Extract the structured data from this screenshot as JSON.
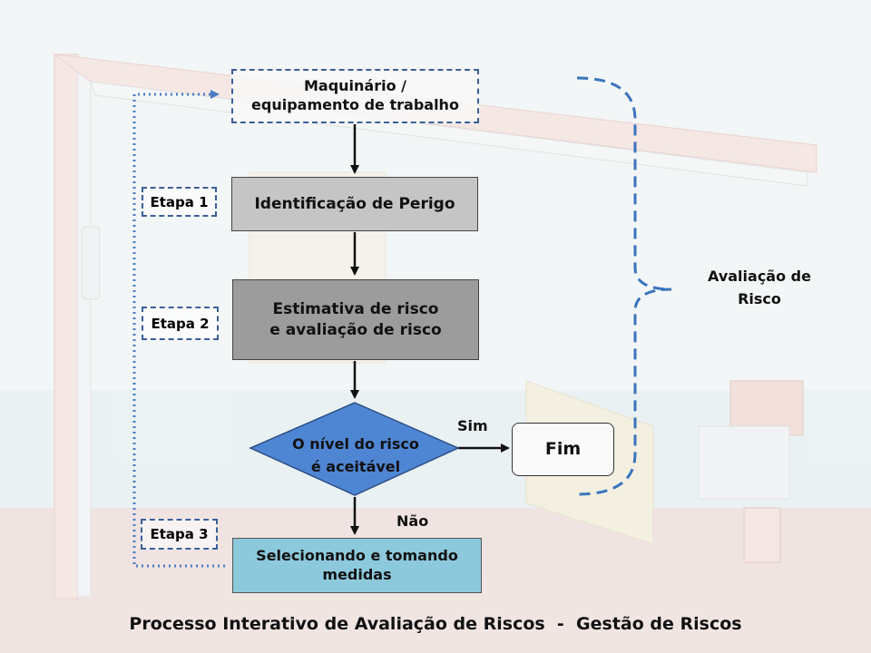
{
  "diagram": {
    "nodes": {
      "machinery": "Maquinário /\nequipamento de trabalho",
      "hazard_identification": "Identificação de Perigo",
      "risk_estimation": "Estimativa de risco\ne avaliação de risco",
      "decision": "O nível do risco\né aceitável",
      "end": "Fim",
      "measures": "Selecionando e tomando\nmedidas"
    },
    "stages": {
      "stage1": "Etapa 1",
      "stage2": "Etapa 2",
      "stage3": "Etapa 3"
    },
    "edge_labels": {
      "yes": "Sim",
      "no": "Não"
    },
    "brace_label": "Avaliação de\nRisco",
    "caption": "Processo Interativo de Avaliação de Riscos  -  Gestão de Riscos"
  },
  "colors": {
    "hazard_box": "#c5c5c5",
    "estimate_box": "#9c9c9c",
    "decision_diamond": "#4f86d3",
    "measures_box": "#8dc9dc",
    "dashed_accent": "#3a5f9a",
    "loop_arrow": "#4a7dc4"
  }
}
